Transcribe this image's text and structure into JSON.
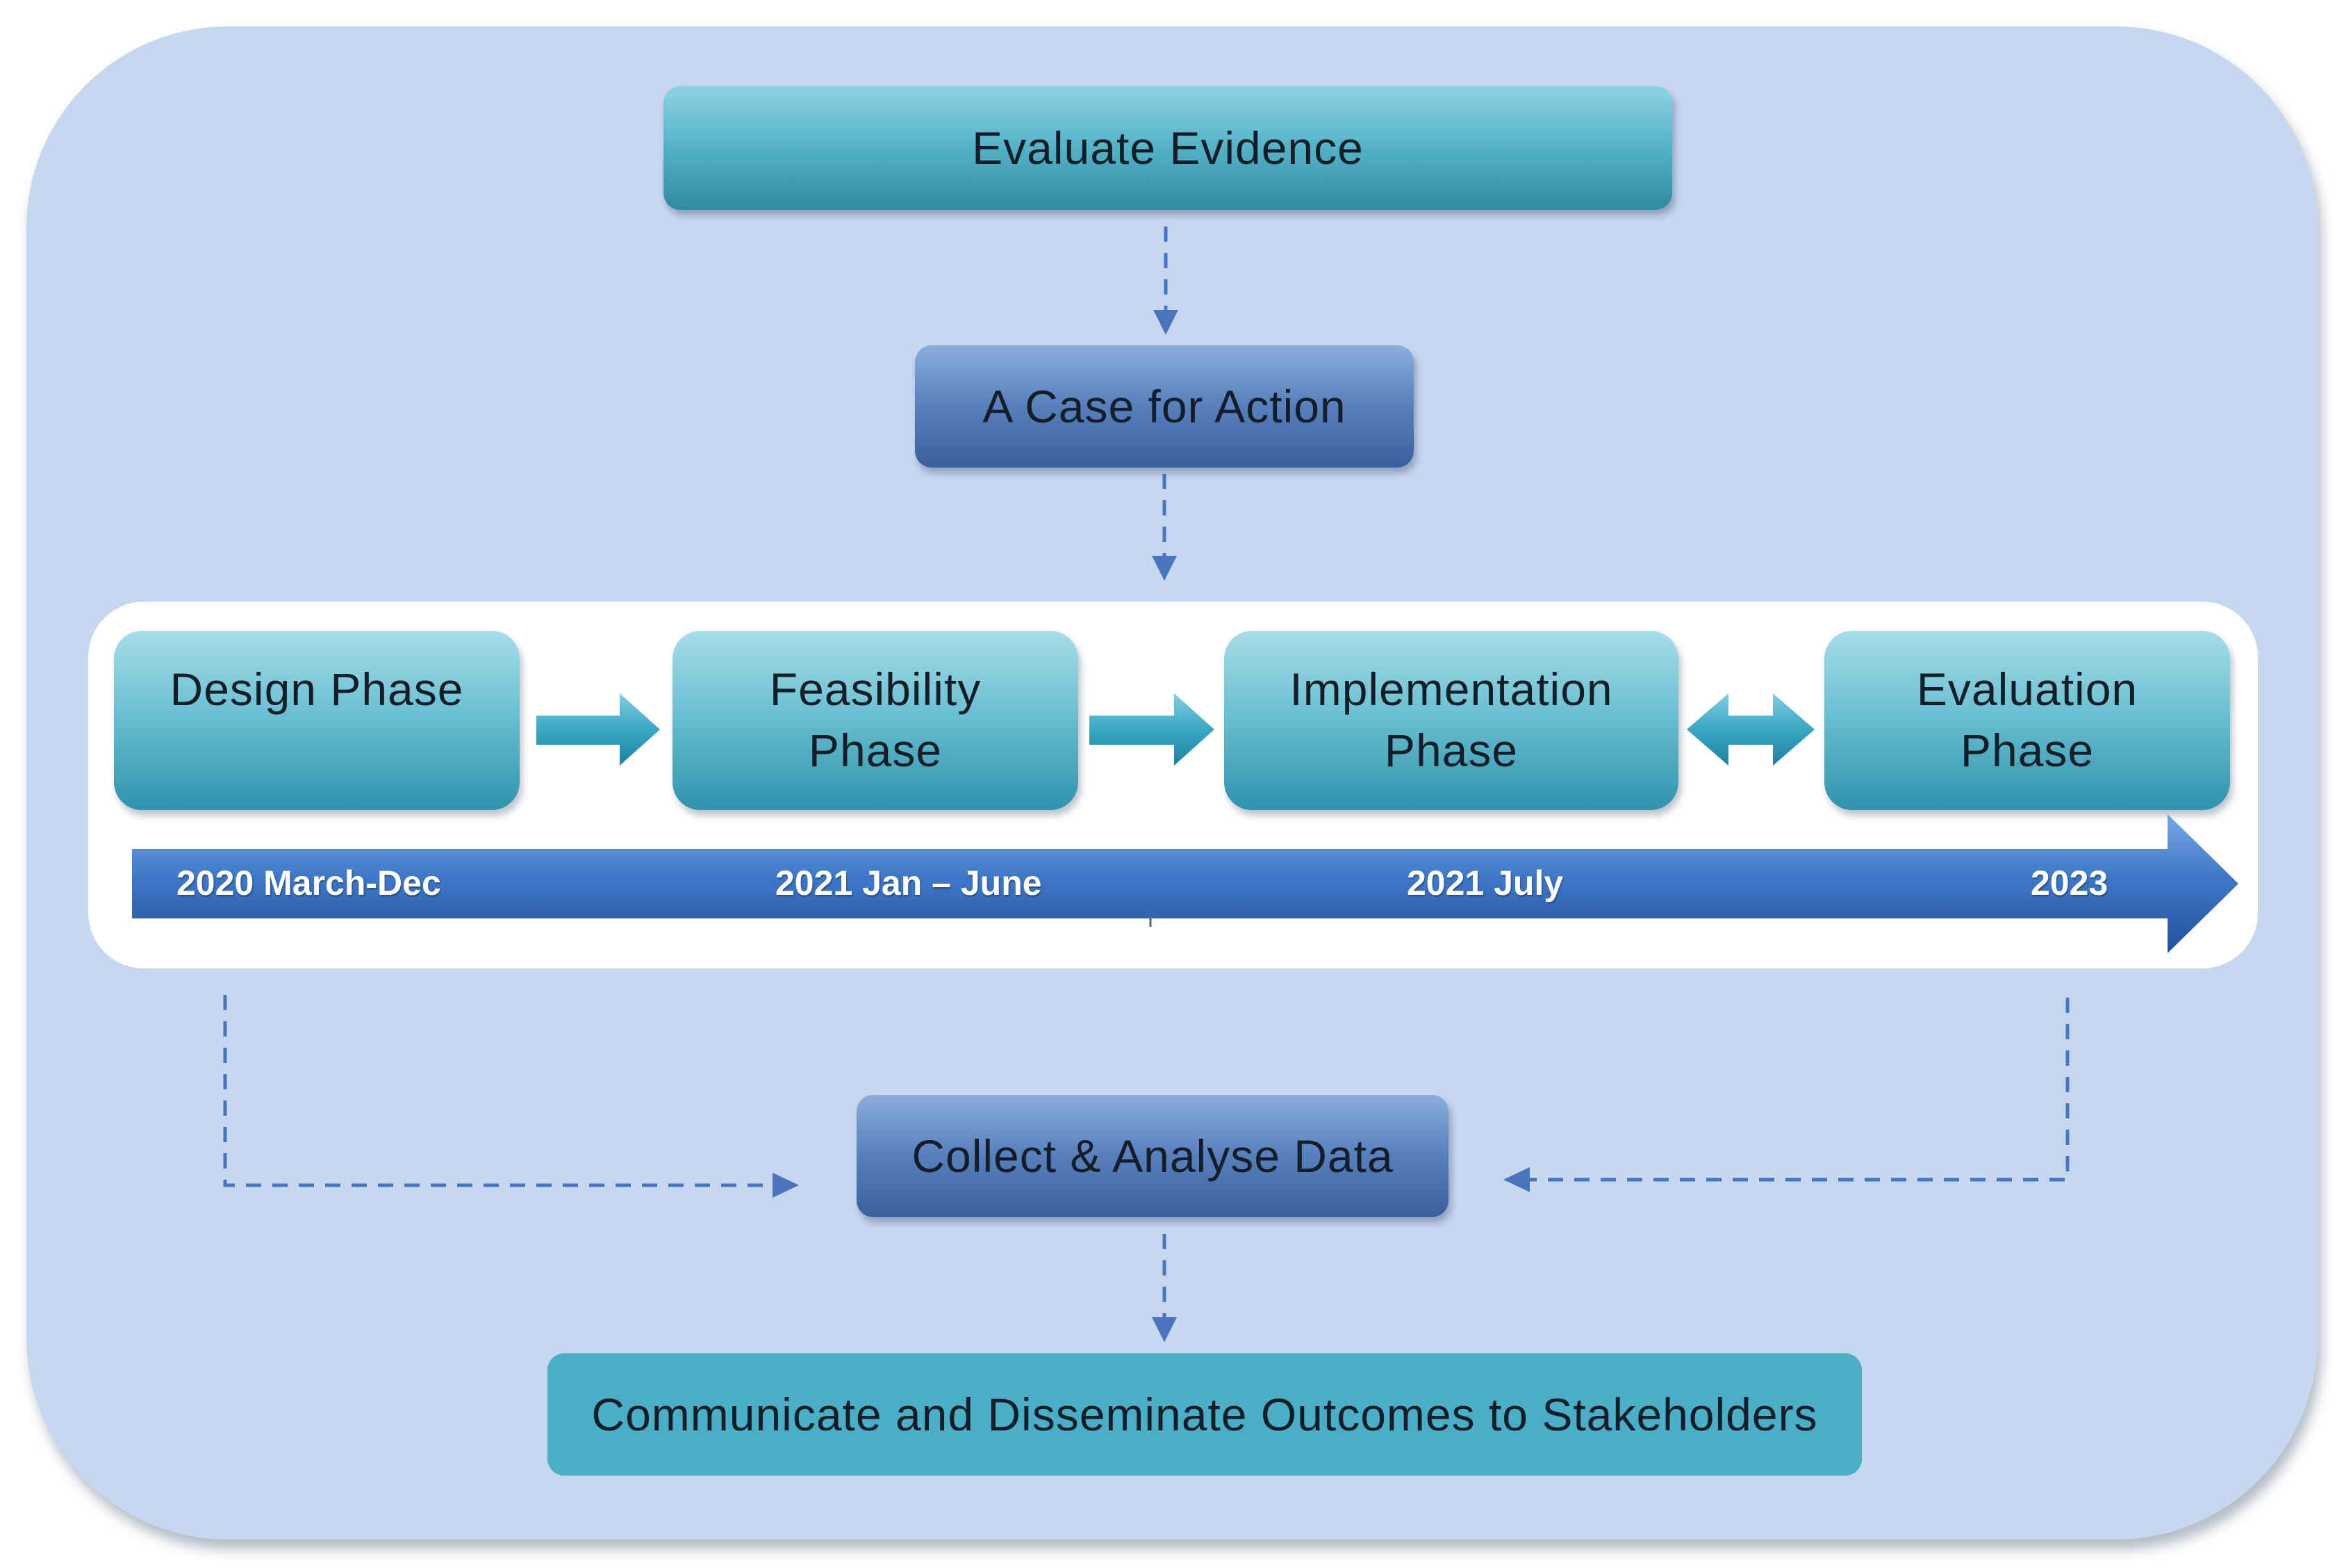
{
  "title_box": {
    "label": "Evaluate Evidence"
  },
  "case_box": {
    "label": "A Case for Action"
  },
  "phases": [
    {
      "line1": "Design Phase",
      "line2": ""
    },
    {
      "line1": "Feasibility",
      "line2": "Phase"
    },
    {
      "line1": "Implementation",
      "line2": "Phase"
    },
    {
      "line1": "Evaluation",
      "line2": "Phase"
    }
  ],
  "timeline": {
    "labels": [
      "2020 March-Dec",
      "2021 Jan – June",
      "2021 July",
      "2023"
    ]
  },
  "collect_box": {
    "label": "Collect & Analyse Data"
  },
  "communicate_box": {
    "label": "Communicate and Disseminate Outcomes to Stakeholders"
  },
  "colors": {
    "panel_background": "#c6d8f0",
    "teal_box": "#54b2c8",
    "blue_box": "#587fbd",
    "timeline_arrow": "#3f78c8",
    "dashed_connector": "#4a74bb",
    "phase_arrow": "#3aa8c4"
  }
}
